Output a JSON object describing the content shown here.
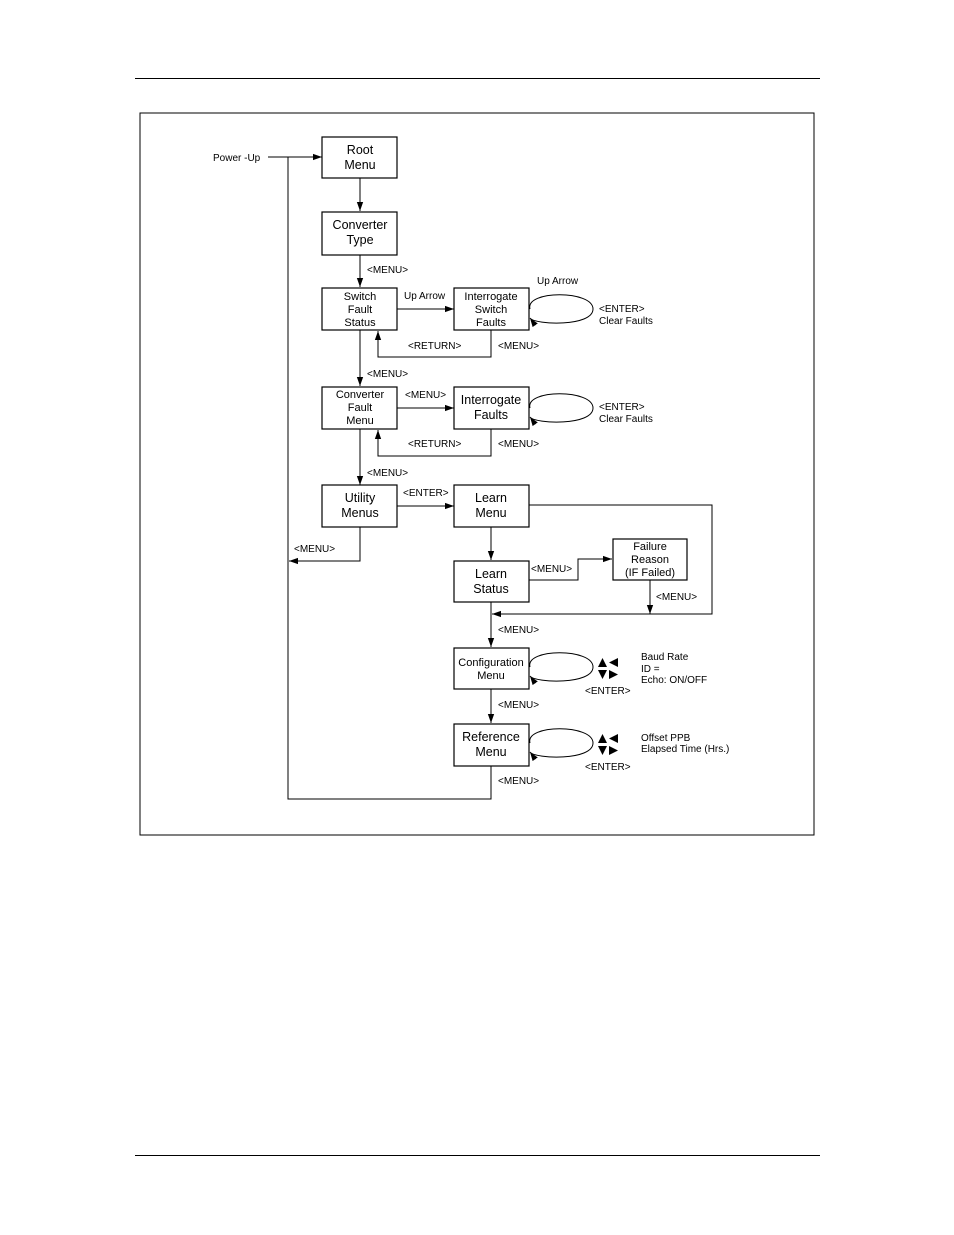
{
  "diagram": {
    "nodes": {
      "root": [
        "Root",
        "Menu"
      ],
      "converter_type": [
        "Converter",
        "Type"
      ],
      "switch_fault_status": [
        "Switch",
        "Fault",
        "Status"
      ],
      "interrogate_switch_faults": [
        "Interrogate",
        "Switch",
        "Faults"
      ],
      "converter_fault_menu": [
        "Converter",
        "Fault",
        "Menu"
      ],
      "interrogate_faults": [
        "Interrogate",
        "Faults"
      ],
      "utility_menus": [
        "Utility",
        "Menus"
      ],
      "learn_menu": [
        "Learn",
        "Menu"
      ],
      "learn_status": [
        "Learn",
        "Status"
      ],
      "failure_reason": [
        "Failure",
        "Reason",
        "(IF Failed)"
      ],
      "configuration_menu": [
        "Configuration",
        "Menu"
      ],
      "reference_menu": [
        "Reference",
        "Menu"
      ]
    },
    "labels": {
      "power_up": "Power -Up",
      "menu_1": "<MENU>",
      "up_arrow_1": "Up Arrow",
      "up_arrow_2": "Up Arrow",
      "enter_clear_1": [
        "<ENTER>",
        "Clear Faults"
      ],
      "return_1": "<RETURN>",
      "menu_2": "<MENU>",
      "menu_3": "<MENU>",
      "menu_4": "<MENU>",
      "enter_clear_2": [
        "<ENTER>",
        "Clear Faults"
      ],
      "return_2": "<RETURN>",
      "menu_5": "<MENU>",
      "menu_6": "<MENU>",
      "enter_1": "<ENTER>",
      "menu_7": "<MENU>",
      "menu_8": "<MENU>",
      "menu_9": "<MENU>",
      "menu_10": "<MENU>",
      "enter_2": "<ENTER>",
      "config_params": [
        "Baud Rate",
        "ID =",
        "Echo:  ON/OFF"
      ],
      "menu_11": "<MENU>",
      "enter_3": "<ENTER>",
      "reference_params": [
        "Offset PPB",
        "Elapsed Time (Hrs.)"
      ],
      "menu_12": "<MENU>"
    }
  }
}
